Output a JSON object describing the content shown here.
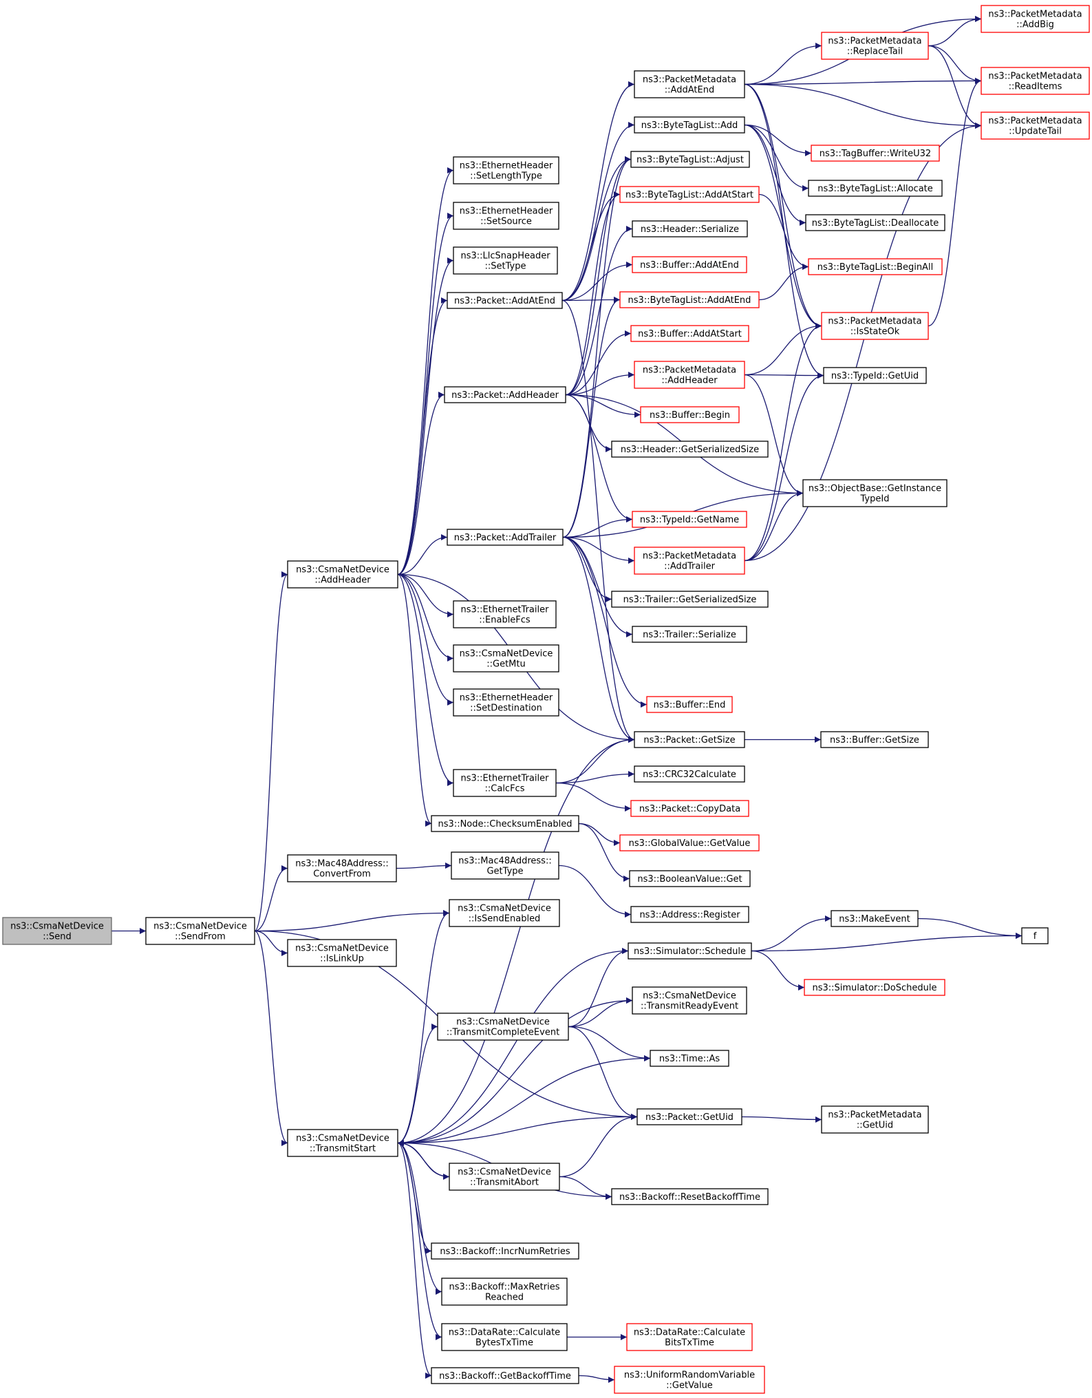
{
  "graph": {
    "edge_color": "#191970",
    "truncated_border_color": "#ff0000",
    "root_fill": "#bfbfbf",
    "nodes": [
      {
        "id": "send",
        "lines": [
          "ns3::CsmaNetDevice",
          "::Send"
        ],
        "style": "root"
      },
      {
        "id": "sendfrom",
        "lines": [
          "ns3::CsmaNetDevice",
          "::SendFrom"
        ],
        "style": "normal"
      },
      {
        "id": "addheader_csma",
        "lines": [
          "ns3::CsmaNetDevice",
          "::AddHeader"
        ],
        "style": "normal"
      },
      {
        "id": "convertfrom",
        "lines": [
          "ns3::Mac48Address::",
          "ConvertFrom"
        ],
        "style": "normal"
      },
      {
        "id": "islinkup",
        "lines": [
          "ns3::CsmaNetDevice",
          "::IsLinkUp"
        ],
        "style": "normal"
      },
      {
        "id": "transmitstart",
        "lines": [
          "ns3::CsmaNetDevice",
          "::TransmitStart"
        ],
        "style": "normal"
      },
      {
        "id": "setlengthtype",
        "lines": [
          "ns3::EthernetHeader",
          "::SetLengthType"
        ],
        "style": "normal"
      },
      {
        "id": "setsource",
        "lines": [
          "ns3::EthernetHeader",
          "::SetSource"
        ],
        "style": "normal"
      },
      {
        "id": "settype",
        "lines": [
          "ns3::LlcSnapHeader",
          "::SetType"
        ],
        "style": "normal"
      },
      {
        "id": "packet_addatend",
        "lines": [
          "ns3::Packet::AddAtEnd"
        ],
        "style": "normal"
      },
      {
        "id": "packet_addheader",
        "lines": [
          "ns3::Packet::AddHeader"
        ],
        "style": "normal"
      },
      {
        "id": "packet_addtrailer",
        "lines": [
          "ns3::Packet::AddTrailer"
        ],
        "style": "normal"
      },
      {
        "id": "enablefcs",
        "lines": [
          "ns3::EthernetTrailer",
          "::EnableFcs"
        ],
        "style": "normal"
      },
      {
        "id": "getmtu",
        "lines": [
          "ns3::CsmaNetDevice",
          "::GetMtu"
        ],
        "style": "normal"
      },
      {
        "id": "setdestination",
        "lines": [
          "ns3::EthernetHeader",
          "::SetDestination"
        ],
        "style": "normal"
      },
      {
        "id": "calcfcs",
        "lines": [
          "ns3::EthernetTrailer",
          "::CalcFcs"
        ],
        "style": "normal"
      },
      {
        "id": "checksumenabled",
        "lines": [
          "ns3::Node::ChecksumEnabled"
        ],
        "style": "normal"
      },
      {
        "id": "mac48_gettype",
        "lines": [
          "ns3::Mac48Address::",
          "GetType"
        ],
        "style": "normal"
      },
      {
        "id": "issendenabled",
        "lines": [
          "ns3::CsmaNetDevice",
          "::IsSendEnabled"
        ],
        "style": "normal"
      },
      {
        "id": "transmitcomplete",
        "lines": [
          "ns3::CsmaNetDevice",
          "::TransmitCompleteEvent"
        ],
        "style": "normal"
      },
      {
        "id": "transmitabort",
        "lines": [
          "ns3::CsmaNetDevice",
          "::TransmitAbort"
        ],
        "style": "normal"
      },
      {
        "id": "incrnumretries",
        "lines": [
          "ns3::Backoff::IncrNumRetries"
        ],
        "style": "normal"
      },
      {
        "id": "maxretries",
        "lines": [
          "ns3::Backoff::MaxRetries",
          "Reached"
        ],
        "style": "normal"
      },
      {
        "id": "calcbytestxtime",
        "lines": [
          "ns3::DataRate::Calculate",
          "BytesTxTime"
        ],
        "style": "normal"
      },
      {
        "id": "getbackofftime",
        "lines": [
          "ns3::Backoff::GetBackoffTime"
        ],
        "style": "normal"
      },
      {
        "id": "pm_addatend",
        "lines": [
          "ns3::PacketMetadata",
          "::AddAtEnd"
        ],
        "style": "normal"
      },
      {
        "id": "btl_add",
        "lines": [
          "ns3::ByteTagList::Add"
        ],
        "style": "normal"
      },
      {
        "id": "btl_adjust",
        "lines": [
          "ns3::ByteTagList::Adjust"
        ],
        "style": "normal"
      },
      {
        "id": "btl_addatstart",
        "lines": [
          "ns3::ByteTagList::AddAtStart"
        ],
        "style": "red"
      },
      {
        "id": "header_serialize",
        "lines": [
          "ns3::Header::Serialize"
        ],
        "style": "normal"
      },
      {
        "id": "buffer_addatend",
        "lines": [
          "ns3::Buffer::AddAtEnd"
        ],
        "style": "red"
      },
      {
        "id": "btl_addatend",
        "lines": [
          "ns3::ByteTagList::AddAtEnd"
        ],
        "style": "red"
      },
      {
        "id": "buffer_addatstart",
        "lines": [
          "ns3::Buffer::AddAtStart"
        ],
        "style": "red"
      },
      {
        "id": "pm_addheader",
        "lines": [
          "ns3::PacketMetadata",
          "::AddHeader"
        ],
        "style": "red"
      },
      {
        "id": "buffer_begin",
        "lines": [
          "ns3::Buffer::Begin"
        ],
        "style": "red"
      },
      {
        "id": "header_getsersize",
        "lines": [
          "ns3::Header::GetSerializedSize"
        ],
        "style": "normal"
      },
      {
        "id": "typeid_getname",
        "lines": [
          "ns3::TypeId::GetName"
        ],
        "style": "red"
      },
      {
        "id": "pm_addtrailer",
        "lines": [
          "ns3::PacketMetadata",
          "::AddTrailer"
        ],
        "style": "red"
      },
      {
        "id": "trailer_getsersize",
        "lines": [
          "ns3::Trailer::GetSerializedSize"
        ],
        "style": "normal"
      },
      {
        "id": "trailer_serialize",
        "lines": [
          "ns3::Trailer::Serialize"
        ],
        "style": "normal"
      },
      {
        "id": "buffer_end",
        "lines": [
          "ns3::Buffer::End"
        ],
        "style": "red"
      },
      {
        "id": "packet_getsize",
        "lines": [
          "ns3::Packet::GetSize"
        ],
        "style": "normal"
      },
      {
        "id": "crc32",
        "lines": [
          "ns3::CRC32Calculate"
        ],
        "style": "normal"
      },
      {
        "id": "packet_copydata",
        "lines": [
          "ns3::Packet::CopyData"
        ],
        "style": "red"
      },
      {
        "id": "gv_getvalue",
        "lines": [
          "ns3::GlobalValue::GetValue"
        ],
        "style": "red"
      },
      {
        "id": "booleanvalue_get",
        "lines": [
          "ns3::BooleanValue::Get"
        ],
        "style": "normal"
      },
      {
        "id": "address_register",
        "lines": [
          "ns3::Address::Register"
        ],
        "style": "normal"
      },
      {
        "id": "sim_schedule",
        "lines": [
          "ns3::Simulator::Schedule"
        ],
        "style": "normal"
      },
      {
        "id": "transmitready",
        "lines": [
          "ns3::CsmaNetDevice",
          "::TransmitReadyEvent"
        ],
        "style": "normal"
      },
      {
        "id": "time_as",
        "lines": [
          "ns3::Time::As"
        ],
        "style": "normal"
      },
      {
        "id": "packet_getuid",
        "lines": [
          "ns3::Packet::GetUid"
        ],
        "style": "normal"
      },
      {
        "id": "resetbackoff",
        "lines": [
          "ns3::Backoff::ResetBackoffTime"
        ],
        "style": "normal"
      },
      {
        "id": "calcbitstxtime",
        "lines": [
          "ns3::DataRate::Calculate",
          "BitsTxTime"
        ],
        "style": "red"
      },
      {
        "id": "urv_getvalue",
        "lines": [
          "ns3::UniformRandomVariable",
          "::GetValue"
        ],
        "style": "red"
      },
      {
        "id": "pm_replacetail",
        "lines": [
          "ns3::PacketMetadata",
          "::ReplaceTail"
        ],
        "style": "red"
      },
      {
        "id": "tagbuffer_writeu32",
        "lines": [
          "ns3::TagBuffer::WriteU32"
        ],
        "style": "red"
      },
      {
        "id": "btl_allocate",
        "lines": [
          "ns3::ByteTagList::Allocate"
        ],
        "style": "normal"
      },
      {
        "id": "btl_deallocate",
        "lines": [
          "ns3::ByteTagList::Deallocate"
        ],
        "style": "normal"
      },
      {
        "id": "btl_beginall",
        "lines": [
          "ns3::ByteTagList::BeginAll"
        ],
        "style": "red"
      },
      {
        "id": "pm_isstateok",
        "lines": [
          "ns3::PacketMetadata",
          "::IsStateOk"
        ],
        "style": "red"
      },
      {
        "id": "typeid_getuid",
        "lines": [
          "ns3::TypeId::GetUid"
        ],
        "style": "normal"
      },
      {
        "id": "objectbase_gettypeid",
        "lines": [
          "ns3::ObjectBase::GetInstance",
          "TypeId"
        ],
        "style": "normal"
      },
      {
        "id": "buffer_getsize",
        "lines": [
          "ns3::Buffer::GetSize"
        ],
        "style": "normal"
      },
      {
        "id": "makeevent",
        "lines": [
          "ns3::MakeEvent"
        ],
        "style": "normal"
      },
      {
        "id": "sim_doschedule",
        "lines": [
          "ns3::Simulator::DoSchedule"
        ],
        "style": "red"
      },
      {
        "id": "pm_getuid",
        "lines": [
          "ns3::PacketMetadata",
          "::GetUid"
        ],
        "style": "normal"
      },
      {
        "id": "pm_addbig",
        "lines": [
          "ns3::PacketMetadata",
          "::AddBig"
        ],
        "style": "red"
      },
      {
        "id": "pm_readitems",
        "lines": [
          "ns3::PacketMetadata",
          "::ReadItems"
        ],
        "style": "red"
      },
      {
        "id": "pm_updatetail",
        "lines": [
          "ns3::PacketMetadata",
          "::UpdateTail"
        ],
        "style": "red"
      },
      {
        "id": "f",
        "lines": [
          "f"
        ],
        "style": "normal"
      }
    ],
    "edges": [
      [
        "send",
        "sendfrom"
      ],
      [
        "sendfrom",
        "addheader_csma"
      ],
      [
        "sendfrom",
        "convertfrom"
      ],
      [
        "sendfrom",
        "islinkup"
      ],
      [
        "sendfrom",
        "issendenabled"
      ],
      [
        "sendfrom",
        "transmitstart"
      ],
      [
        "sendfrom",
        "packet_getuid"
      ],
      [
        "addheader_csma",
        "setlengthtype"
      ],
      [
        "addheader_csma",
        "setsource"
      ],
      [
        "addheader_csma",
        "settype"
      ],
      [
        "addheader_csma",
        "packet_addatend"
      ],
      [
        "addheader_csma",
        "packet_addheader"
      ],
      [
        "addheader_csma",
        "packet_addtrailer"
      ],
      [
        "addheader_csma",
        "enablefcs"
      ],
      [
        "addheader_csma",
        "getmtu"
      ],
      [
        "addheader_csma",
        "setdestination"
      ],
      [
        "addheader_csma",
        "calcfcs"
      ],
      [
        "addheader_csma",
        "checksumenabled"
      ],
      [
        "addheader_csma",
        "packet_getsize"
      ],
      [
        "convertfrom",
        "mac48_gettype"
      ],
      [
        "transmitstart",
        "issendenabled"
      ],
      [
        "transmitstart",
        "packet_getsize"
      ],
      [
        "transmitstart",
        "sim_schedule"
      ],
      [
        "transmitstart",
        "transmitready"
      ],
      [
        "transmitstart",
        "transmitcomplete"
      ],
      [
        "transmitstart",
        "time_as"
      ],
      [
        "transmitstart",
        "packet_getuid"
      ],
      [
        "transmitstart",
        "transmitabort"
      ],
      [
        "transmitstart",
        "resetbackoff"
      ],
      [
        "transmitstart",
        "incrnumretries"
      ],
      [
        "transmitstart",
        "maxretries"
      ],
      [
        "transmitstart",
        "calcbytestxtime"
      ],
      [
        "transmitstart",
        "getbackofftime"
      ],
      [
        "packet_addatend",
        "pm_addatend"
      ],
      [
        "packet_addatend",
        "btl_add"
      ],
      [
        "packet_addatend",
        "btl_adjust"
      ],
      [
        "packet_addatend",
        "btl_addatstart"
      ],
      [
        "packet_addatend",
        "buffer_addatend"
      ],
      [
        "packet_addatend",
        "btl_addatend"
      ],
      [
        "packet_addatend",
        "packet_getsize"
      ],
      [
        "packet_addheader",
        "btl_adjust"
      ],
      [
        "packet_addheader",
        "btl_addatstart"
      ],
      [
        "packet_addheader",
        "header_serialize"
      ],
      [
        "packet_addheader",
        "buffer_addatstart"
      ],
      [
        "packet_addheader",
        "pm_addheader"
      ],
      [
        "packet_addheader",
        "buffer_begin"
      ],
      [
        "packet_addheader",
        "header_getsersize"
      ],
      [
        "packet_addheader",
        "typeid_getname"
      ],
      [
        "packet_addheader",
        "objectbase_gettypeid"
      ],
      [
        "packet_addtrailer",
        "btl_adjust"
      ],
      [
        "packet_addtrailer",
        "btl_addatend"
      ],
      [
        "packet_addtrailer",
        "typeid_getname"
      ],
      [
        "packet_addtrailer",
        "pm_addtrailer"
      ],
      [
        "packet_addtrailer",
        "trailer_getsersize"
      ],
      [
        "packet_addtrailer",
        "trailer_serialize"
      ],
      [
        "packet_addtrailer",
        "buffer_end"
      ],
      [
        "packet_addtrailer",
        "packet_getsize"
      ],
      [
        "packet_addtrailer",
        "objectbase_gettypeid"
      ],
      [
        "calcfcs",
        "packet_getsize"
      ],
      [
        "calcfcs",
        "crc32"
      ],
      [
        "calcfcs",
        "packet_copydata"
      ],
      [
        "checksumenabled",
        "gv_getvalue"
      ],
      [
        "checksumenabled",
        "booleanvalue_get"
      ],
      [
        "mac48_gettype",
        "address_register"
      ],
      [
        "transmitcomplete",
        "sim_schedule"
      ],
      [
        "transmitcomplete",
        "transmitready"
      ],
      [
        "transmitcomplete",
        "time_as"
      ],
      [
        "transmitcomplete",
        "packet_getuid"
      ],
      [
        "transmitabort",
        "transmitstart"
      ],
      [
        "transmitabort",
        "packet_getuid"
      ],
      [
        "transmitabort",
        "resetbackoff"
      ],
      [
        "calcbytestxtime",
        "calcbitstxtime"
      ],
      [
        "getbackofftime",
        "urv_getvalue"
      ],
      [
        "pm_addatend",
        "pm_addbig"
      ],
      [
        "pm_addatend",
        "pm_replacetail"
      ],
      [
        "pm_addatend",
        "pm_readitems"
      ],
      [
        "pm_addatend",
        "pm_updatetail"
      ],
      [
        "pm_addatend",
        "pm_isstateok"
      ],
      [
        "pm_addatend",
        "typeid_getuid"
      ],
      [
        "btl_add",
        "tagbuffer_writeu32"
      ],
      [
        "btl_add",
        "btl_allocate"
      ],
      [
        "btl_add",
        "btl_deallocate"
      ],
      [
        "btl_add",
        "pm_isstateok"
      ],
      [
        "btl_addatstart",
        "btl_beginall"
      ],
      [
        "btl_addatend",
        "btl_beginall"
      ],
      [
        "pm_addheader",
        "pm_isstateok"
      ],
      [
        "pm_addheader",
        "typeid_getuid"
      ],
      [
        "pm_addheader",
        "objectbase_gettypeid"
      ],
      [
        "pm_addtrailer",
        "pm_isstateok"
      ],
      [
        "pm_addtrailer",
        "typeid_getuid"
      ],
      [
        "pm_addtrailer",
        "objectbase_gettypeid"
      ],
      [
        "pm_addtrailer",
        "pm_updatetail"
      ],
      [
        "pm_replacetail",
        "pm_addbig"
      ],
      [
        "pm_replacetail",
        "pm_readitems"
      ],
      [
        "pm_replacetail",
        "pm_updatetail"
      ],
      [
        "pm_isstateok",
        "pm_readitems"
      ],
      [
        "packet_getsize",
        "buffer_getsize"
      ],
      [
        "packet_getuid",
        "pm_getuid"
      ],
      [
        "sim_schedule",
        "makeevent"
      ],
      [
        "sim_schedule",
        "f"
      ],
      [
        "sim_schedule",
        "sim_doschedule"
      ],
      [
        "makeevent",
        "f"
      ]
    ]
  }
}
